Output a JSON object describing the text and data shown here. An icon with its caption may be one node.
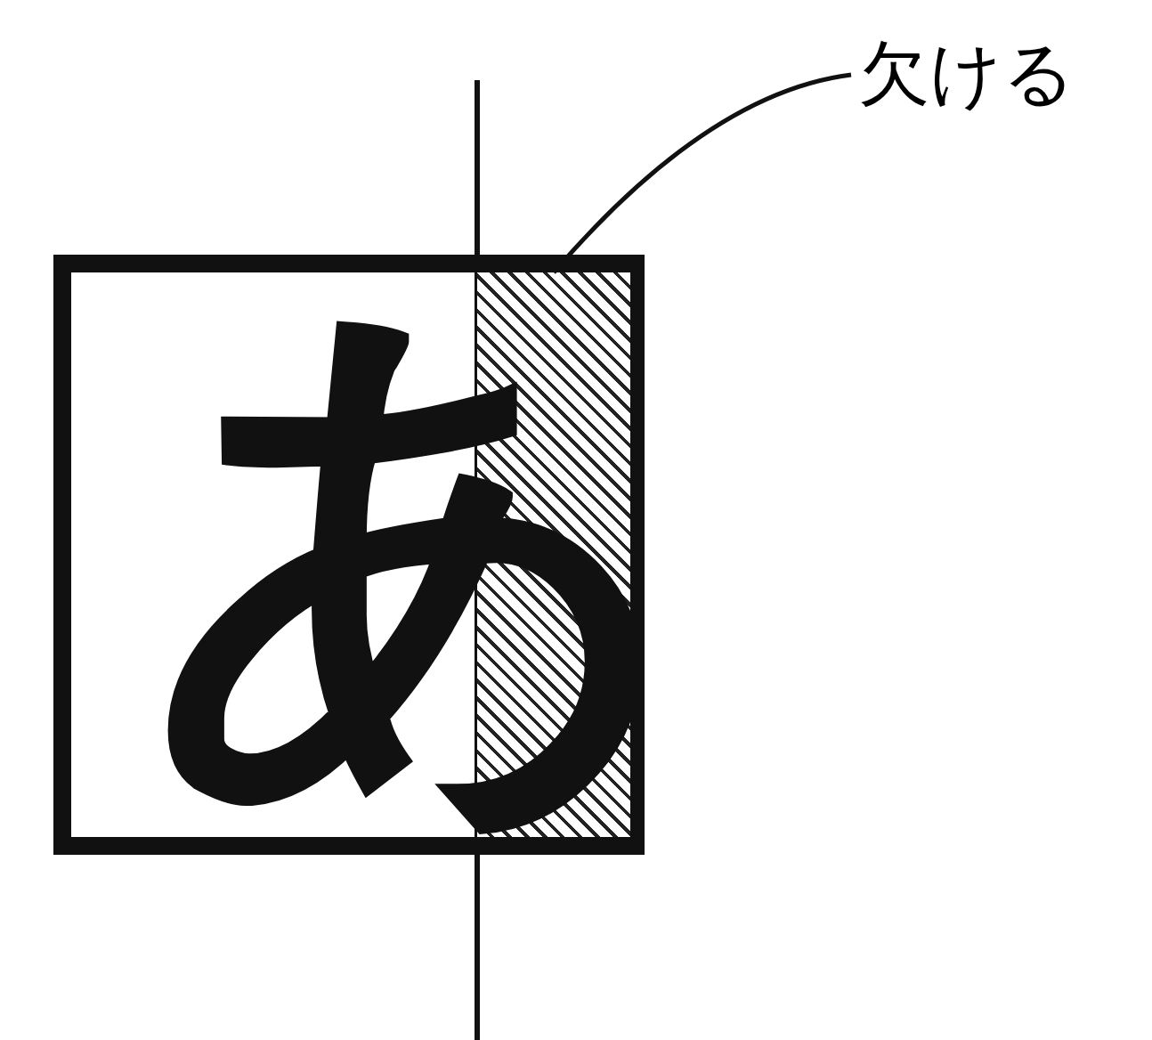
{
  "diagram": {
    "nodes": [
      {
        "text": [
          "欠ける"
        ]
      },
      {
        "text": [
          "あ"
        ]
      },
      {
        "text": [],
        "shape": "box",
        "in": 1
      }
    ],
    "edges": [
      {
        "from": 0,
        "to": 2,
        "arrow": "none"
      }
    ]
  }
}
